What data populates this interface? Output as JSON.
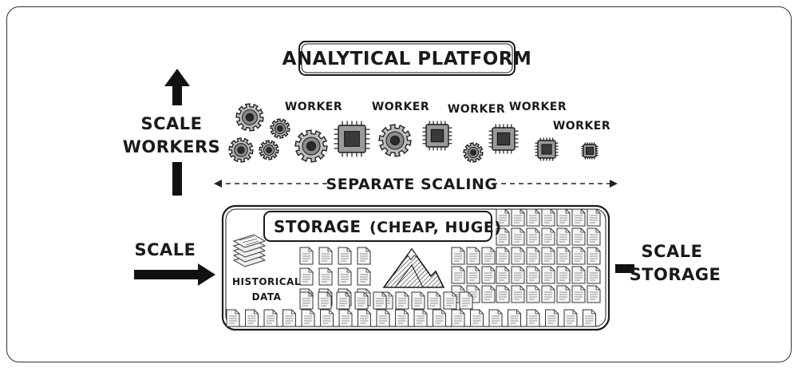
{
  "title": "ANALYTICAL PLATFORM",
  "workers": {
    "labels": [
      "WORKER",
      "WORKER",
      "WORKER",
      "WORKER",
      "WORKER"
    ]
  },
  "left_axis": {
    "line1": "SCALE",
    "line2": "WORKERS"
  },
  "separate_scaling": "SEPARATE SCALING",
  "storage": {
    "title": "STORAGE",
    "subtitle": "(CHEAP, HUGE)",
    "historical_line1": "HISTORICAL",
    "historical_line2": "DATA"
  },
  "scale_left": "SCALE",
  "scale_right": {
    "line1": "SCALE",
    "line2": "STORAGE"
  },
  "icons": [
    "gear-icon",
    "chip-icon",
    "document-icon",
    "mountain-icon",
    "paper-stack-icon",
    "arrow-up-icon",
    "arrow-right-icon"
  ]
}
